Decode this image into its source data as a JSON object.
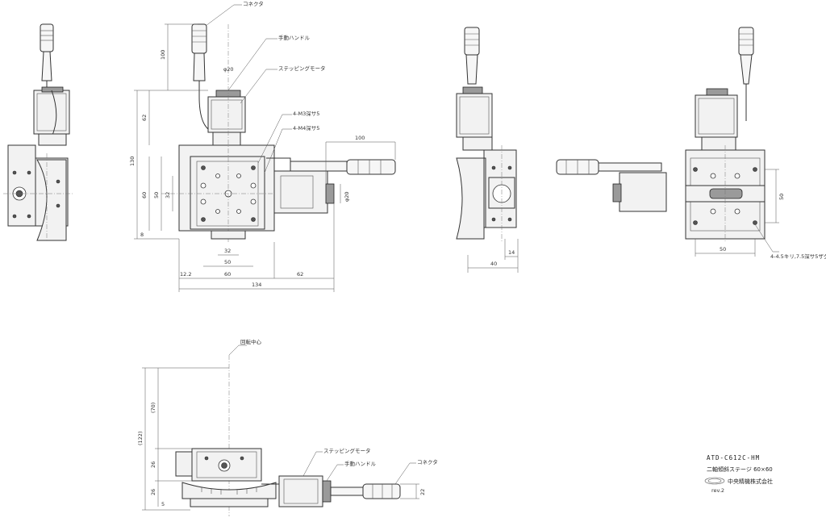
{
  "labels": {
    "connector": "コネクタ",
    "manual_handle": "手動ハンドル",
    "stepping_motor": "ステッピングモータ",
    "tap_m3": "4-M3深サ5",
    "tap_m4": "4-M4深サ5",
    "counterbore": "4-4.5キリ,7.5深サ5ザグリ",
    "rotation_center": "回転中心"
  },
  "dimensions": {
    "front": {
      "d100": "100",
      "d62_top": "62",
      "d130": "130",
      "d60_left": "60",
      "d50_left": "50",
      "d32_left": "32",
      "d8": "8",
      "phi20": "φ20",
      "d32_bottom": "32",
      "d50_bottom": "50",
      "d12_2": "12.2",
      "d60_bottom": "60",
      "d62_bottom": "62",
      "d134": "134",
      "d100_cable": "100",
      "phi20_handle": "φ20"
    },
    "side": {
      "d14": "14",
      "d40": "40"
    },
    "rear": {
      "d50_right": "50",
      "d50_bottom": "50"
    },
    "bottom": {
      "d70": "(70)",
      "d122": "(122)",
      "d26_upper": "26",
      "d26_lower": "26",
      "d5": "5",
      "d22": "22"
    }
  },
  "title_block": {
    "model": "ATD-C612C-HM",
    "description": "二軸傾斜ステージ 60×60",
    "company": "中央精機株式会社",
    "revision": "rev.2"
  }
}
